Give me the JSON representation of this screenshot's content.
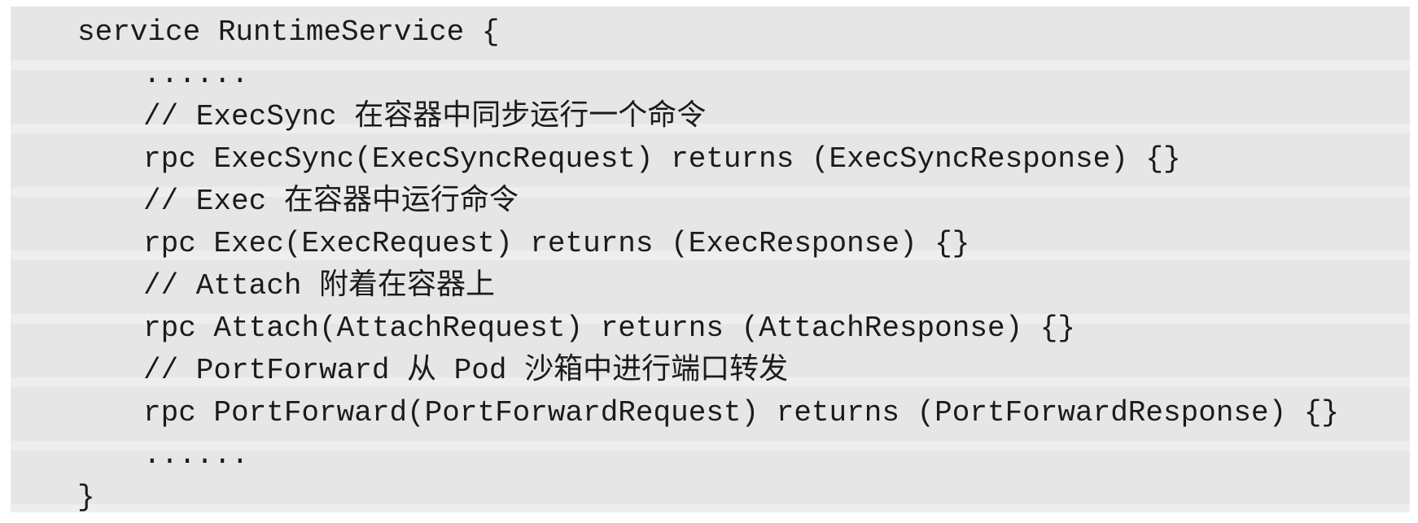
{
  "code_block": {
    "lines": [
      {
        "text": "service RuntimeService {",
        "indent": 0
      },
      {
        "text": "......",
        "indent": 1
      },
      {
        "text": "// ExecSync 在容器中同步运行一个命令",
        "indent": 1
      },
      {
        "text": "rpc ExecSync(ExecSyncRequest) returns (ExecSyncResponse) {}",
        "indent": 1
      },
      {
        "text": "// Exec 在容器中运行命令",
        "indent": 1
      },
      {
        "text": "rpc Exec(ExecRequest) returns (ExecResponse) {}",
        "indent": 1
      },
      {
        "text": "// Attach 附着在容器上",
        "indent": 1
      },
      {
        "text": "rpc Attach(AttachRequest) returns (AttachResponse) {}",
        "indent": 1
      },
      {
        "text": "// PortForward 从 Pod 沙箱中进行端口转发",
        "indent": 1
      },
      {
        "text": "rpc PortForward(PortForwardRequest) returns (PortForwardResponse) {}",
        "indent": 1
      },
      {
        "text": "......",
        "indent": 1
      },
      {
        "text": "}",
        "indent": 0
      }
    ]
  },
  "colors": {
    "page_background": "#ffffff",
    "block_background": "#e6e6e6",
    "band_highlight": "#eeeeee",
    "text": "#1b1b1b"
  }
}
